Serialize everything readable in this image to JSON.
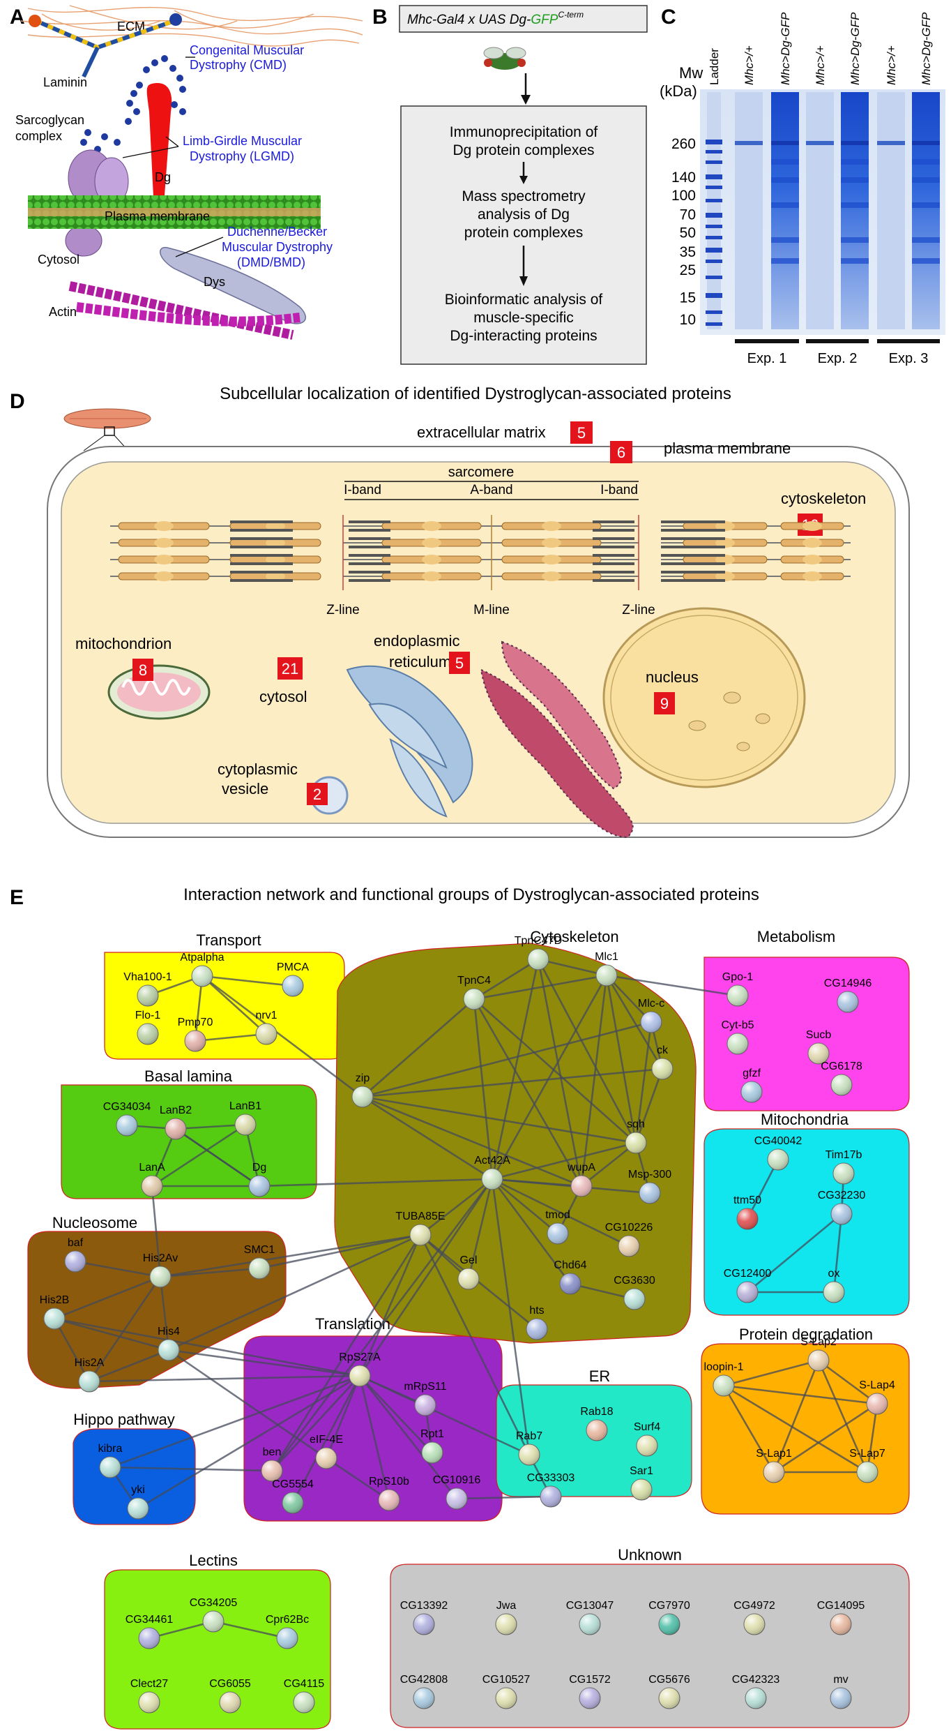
{
  "panel_letters": {
    "a": "A",
    "b": "B",
    "c": "C",
    "d": "D",
    "e": "E"
  },
  "panel_a": {
    "ecm": "ECM",
    "laminin": "Laminin",
    "sarcoglycan_1": "Sarcoglycan",
    "sarcoglycan_2": "complex",
    "dg": "Dg",
    "plasma_membrane": "Plasma membrane",
    "cytosol": "Cytosol",
    "dys": "Dys",
    "actin": "Actin",
    "cmd_1": "Congenital Muscular",
    "cmd_2": "Dystrophy (CMD)",
    "lgmd_1": "Limb-Girdle Muscular",
    "lgmd_2": "Dystrophy (LGMD)",
    "dmd_1": "Duchenne/Becker",
    "dmd_2": "Muscular Dystrophy",
    "dmd_3": "(DMD/BMD)",
    "disease_color": "#1a1adc"
  },
  "panel_b": {
    "cross_prefix": "Mhc-Gal4 x UAS Dg-",
    "cross_gfp": "GFP",
    "cross_sup": "C-term",
    "step1_1": "Immunoprecipitation of",
    "step1_2": "Dg protein complexes",
    "step2_1": "Mass spectrometry",
    "step2_2": "analysis of Dg",
    "step2_3": "protein complexes",
    "step3_1": "Bioinformatic analysis of",
    "step3_2": "muscle-specific",
    "step3_3": "Dg-interacting proteins",
    "gfp_color": "#1e9e1e"
  },
  "panel_c": {
    "mw_1": "Mw",
    "mw_2": "(kDa)",
    "lanes": [
      "Ladder",
      "Mhc>/+",
      "Mhc>Dg-GFP",
      "Mhc>/+",
      "Mhc>Dg-GFP",
      "Mhc>/+",
      "Mhc>Dg-GFP"
    ],
    "markers": [
      "260",
      "140",
      "100",
      "70",
      "50",
      "35",
      "25",
      "15",
      "10"
    ],
    "experiments": [
      "Exp. 1",
      "Exp. 2",
      "Exp. 3"
    ]
  },
  "panel_d": {
    "title": "Subcellular localization of identified Dystroglycan-associated proteins",
    "compartments": [
      {
        "id": "ecm",
        "label": "extracellular matrix",
        "count": "5"
      },
      {
        "id": "pm",
        "label": "plasma membrane",
        "count": "6"
      },
      {
        "id": "cytoskeleton",
        "label": "cytoskeleton",
        "count": "16"
      },
      {
        "id": "mito",
        "label": "mitochondrion",
        "count": "8"
      },
      {
        "id": "cytosol",
        "label": "cytosol",
        "count": "21"
      },
      {
        "id": "er",
        "label_1": "endoplasmic",
        "label_2": "reticulum",
        "count": "5"
      },
      {
        "id": "nucleus",
        "label": "nucleus",
        "count": "9"
      },
      {
        "id": "vesicle",
        "label_1": "cytoplasmic",
        "label_2": "vesicle",
        "count": "2"
      }
    ],
    "sarcomere": {
      "title": "sarcomere",
      "iband_l": "I-band",
      "aband": "A-band",
      "iband_r": "I-band",
      "zline_l": "Z-line",
      "mline": "M-line",
      "zline_r": "Z-line"
    },
    "badge_color": "#e3141c"
  },
  "panel_e": {
    "title": "Interaction network and functional groups of Dystroglycan-associated proteins",
    "groups": [
      {
        "name": "Transport",
        "color": "#ffff00"
      },
      {
        "name": "Basal lamina",
        "color": "#55cc11"
      },
      {
        "name": "Nucleosome",
        "color": "#8b5a0c"
      },
      {
        "name": "Hippo pathway",
        "color": "#0a5fe0"
      },
      {
        "name": "Translation",
        "color": "#9928c4"
      },
      {
        "name": "Cytoskeleton",
        "color": "#8f8a0a"
      },
      {
        "name": "ER",
        "color": "#22e8c8"
      },
      {
        "name": "Metabolism",
        "color": "#ff44ee"
      },
      {
        "name": "Mitochondria",
        "color": "#11e5ee"
      },
      {
        "name": "Protein degradation",
        "color": "#ffb000"
      },
      {
        "name": "Lectins",
        "color": "#88f011"
      },
      {
        "name": "Unknown",
        "color": "#c8c8c8"
      }
    ],
    "nodes": [
      {
        "id": "Vha100-1",
        "label": "Vha100-1",
        "color": "#b9cfa6"
      },
      {
        "id": "Atpalpha",
        "label": "Atpalpha",
        "color": "#c8e0c4"
      },
      {
        "id": "PMCA",
        "label": "PMCA",
        "color": "#a9cbe0"
      },
      {
        "id": "Flo-1",
        "label": "Flo-1",
        "color": "#b9cfa6"
      },
      {
        "id": "Pmp70",
        "label": "Pmp70",
        "color": "#e0b0a8"
      },
      {
        "id": "nrv1",
        "label": "nrv1",
        "color": "#d8d8a8"
      },
      {
        "id": "CG34034",
        "label": "CG34034",
        "color": "#a9cbe0"
      },
      {
        "id": "LanB2",
        "label": "LanB2",
        "color": "#e0b0a8"
      },
      {
        "id": "LanB1",
        "label": "LanB1",
        "color": "#d8d8a8"
      },
      {
        "id": "LanA",
        "label": "LanA",
        "color": "#e0c8a8"
      },
      {
        "id": "Dg",
        "label": "Dg",
        "color": "#a9c4e0"
      },
      {
        "id": "baf",
        "label": "baf",
        "color": "#b0b0e0"
      },
      {
        "id": "His2Av",
        "label": "His2Av",
        "color": "#c8e0c0"
      },
      {
        "id": "SMC1",
        "label": "SMC1",
        "color": "#c8e0c0"
      },
      {
        "id": "His2B",
        "label": "His2B",
        "color": "#b8e0d8"
      },
      {
        "id": "His4",
        "label": "His4",
        "color": "#b8e0d8"
      },
      {
        "id": "His2A",
        "label": "His2A",
        "color": "#b8e0d8"
      },
      {
        "id": "kibra",
        "label": "kibra",
        "color": "#b8e0d8"
      },
      {
        "id": "yki",
        "label": "yki",
        "color": "#b8e0d8"
      },
      {
        "id": "RpS27A",
        "label": "RpS27A",
        "color": "#e0e0b0"
      },
      {
        "id": "mRpS11",
        "label": "mRpS11",
        "color": "#c8b0e0"
      },
      {
        "id": "ben",
        "label": "ben",
        "color": "#e8c0b0"
      },
      {
        "id": "eIF-4E",
        "label": "eIF-4E",
        "color": "#e8d0b0"
      },
      {
        "id": "Rpt1",
        "label": "Rpt1",
        "color": "#b8e0b8"
      },
      {
        "id": "CG5554",
        "label": "CG5554",
        "color": "#80c8a0"
      },
      {
        "id": "RpS10b",
        "label": "RpS10b",
        "color": "#e8b8b8"
      },
      {
        "id": "CG10916",
        "label": "CG10916",
        "color": "#c8c0e8"
      },
      {
        "id": "TpnC47D",
        "label": "TpnC47D",
        "color": "#c8e0c0"
      },
      {
        "id": "TpnC4",
        "label": "TpnC4",
        "color": "#c8e0c0"
      },
      {
        "id": "Mlc1",
        "label": "Mlc1",
        "color": "#c8e0c0"
      },
      {
        "id": "Mlc-c",
        "label": "Mlc-c",
        "color": "#b0c0e8"
      },
      {
        "id": "ck",
        "label": "ck",
        "color": "#d8e0a8"
      },
      {
        "id": "zip",
        "label": "zip",
        "color": "#c8e0c0"
      },
      {
        "id": "sqh",
        "label": "sqh",
        "color": "#d8e0a8"
      },
      {
        "id": "Act42A",
        "label": "Act42A",
        "color": "#c8e0c0"
      },
      {
        "id": "wupA",
        "label": "wupA",
        "color": "#e8b8b8"
      },
      {
        "id": "Msp-300",
        "label": "Msp-300",
        "color": "#a9c4e0"
      },
      {
        "id": "TUBA85E",
        "label": "TUBA85E",
        "color": "#e0e0b0"
      },
      {
        "id": "tmod",
        "label": "tmod",
        "color": "#a9c4e0"
      },
      {
        "id": "CG10226",
        "label": "CG10226",
        "color": "#e8d0b0"
      },
      {
        "id": "Gel",
        "label": "Gel",
        "color": "#e0e0b0"
      },
      {
        "id": "Chd64",
        "label": "Chd64",
        "color": "#8890c8"
      },
      {
        "id": "CG3630",
        "label": "CG3630",
        "color": "#b8e0d8"
      },
      {
        "id": "hts",
        "label": "hts",
        "color": "#a9b8e0"
      },
      {
        "id": "Rab18",
        "label": "Rab18",
        "color": "#e8b8a0"
      },
      {
        "id": "Surf4",
        "label": "Surf4",
        "color": "#e0e0b0"
      },
      {
        "id": "Rab7",
        "label": "Rab7",
        "color": "#e0e0b0"
      },
      {
        "id": "Sar1",
        "label": "Sar1",
        "color": "#d8e0a8"
      },
      {
        "id": "CG33303",
        "label": "CG33303",
        "color": "#b0b0e0"
      },
      {
        "id": "Gpo-1",
        "label": "Gpo-1",
        "color": "#c8e0c0"
      },
      {
        "id": "CG14946",
        "label": "CG14946",
        "color": "#a9c4e0"
      },
      {
        "id": "Cyt-b5",
        "label": "Cyt-b5",
        "color": "#c8e0c0"
      },
      {
        "id": "Sucb",
        "label": "Sucb",
        "color": "#e0d8b0"
      },
      {
        "id": "gfzf",
        "label": "gfzf",
        "color": "#a9cbe0"
      },
      {
        "id": "CG6178",
        "label": "CG6178",
        "color": "#c8e0c0"
      },
      {
        "id": "CG40042",
        "label": "CG40042",
        "color": "#c8e0c0"
      },
      {
        "id": "Tim17b",
        "label": "Tim17b",
        "color": "#c8e0c0"
      },
      {
        "id": "ttm50",
        "label": "ttm50",
        "color": "#e05050"
      },
      {
        "id": "CG32230",
        "label": "CG32230",
        "color": "#a9c4e0"
      },
      {
        "id": "CG12400",
        "label": "CG12400",
        "color": "#b8b0d8"
      },
      {
        "id": "ox",
        "label": "ox",
        "color": "#c8e0c0"
      },
      {
        "id": "loopin-1",
        "label": "loopin-1",
        "color": "#c8e0c0"
      },
      {
        "id": "S-Lap2",
        "label": "S-Lap2",
        "color": "#e8d0b0"
      },
      {
        "id": "S-Lap4",
        "label": "S-Lap4",
        "color": "#e8b8b0"
      },
      {
        "id": "S-Lap1",
        "label": "S-Lap1",
        "color": "#e8d0b0"
      },
      {
        "id": "S-Lap7",
        "label": "S-Lap7",
        "color": "#c8e0c0"
      },
      {
        "id": "CG34461",
        "label": "CG34461",
        "color": "#b0b0e0"
      },
      {
        "id": "CG34205",
        "label": "CG34205",
        "color": "#c8e0c0"
      },
      {
        "id": "Cpr62Bc",
        "label": "Cpr62Bc",
        "color": "#a9cbe0"
      },
      {
        "id": "Clect27",
        "label": "Clect27",
        "color": "#e0e0b0"
      },
      {
        "id": "CG6055",
        "label": "CG6055",
        "color": "#e0d8b0"
      },
      {
        "id": "CG4115",
        "label": "CG4115",
        "color": "#c8e0c0"
      },
      {
        "id": "CG13392",
        "label": "CG13392",
        "color": "#b0b0e0"
      },
      {
        "id": "Jwa",
        "label": "Jwa",
        "color": "#e0e0b0"
      },
      {
        "id": "CG13047",
        "label": "CG13047",
        "color": "#b8e0d8"
      },
      {
        "id": "CG7970",
        "label": "CG7970",
        "color": "#50c0a8"
      },
      {
        "id": "CG4972",
        "label": "CG4972",
        "color": "#e0e0b0"
      },
      {
        "id": "CG14095",
        "label": "CG14095",
        "color": "#e8b8a0"
      },
      {
        "id": "CG42808",
        "label": "CG42808",
        "color": "#a9cbe0"
      },
      {
        "id": "CG10527",
        "label": "CG10527",
        "color": "#e0e0b0"
      },
      {
        "id": "CG1572",
        "label": "CG1572",
        "color": "#b8b0e0"
      },
      {
        "id": "CG5676",
        "label": "CG5676",
        "color": "#e0e0b0"
      },
      {
        "id": "CG42323",
        "label": "CG42323",
        "color": "#b8e0d8"
      },
      {
        "id": "mv",
        "label": "mv",
        "color": "#a9c4e0"
      }
    ],
    "edges": [
      [
        "Atpalpha",
        "PMCA"
      ],
      [
        "Atpalpha",
        "Vha100-1"
      ],
      [
        "Atpalpha",
        "Pmp70"
      ],
      [
        "Atpalpha",
        "nrv1"
      ],
      [
        "Pmp70",
        "nrv1"
      ],
      [
        "LanB2",
        "LanB1"
      ],
      [
        "LanB2",
        "LanA"
      ],
      [
        "LanB2",
        "Dg"
      ],
      [
        "LanB1",
        "LanA"
      ],
      [
        "LanB1",
        "Dg"
      ],
      [
        "LanA",
        "Dg"
      ],
      [
        "CG34034",
        "LanB2"
      ],
      [
        "His2Av",
        "His2B"
      ],
      [
        "His2Av",
        "His4"
      ],
      [
        "His2Av",
        "His2A"
      ],
      [
        "His2Av",
        "baf"
      ],
      [
        "His2Av",
        "SMC1"
      ],
      [
        "His2B",
        "His4"
      ],
      [
        "His2B",
        "His2A"
      ],
      [
        "His4",
        "His2A"
      ],
      [
        "kibra",
        "yki"
      ],
      [
        "RpS27A",
        "mRpS11"
      ],
      [
        "RpS27A",
        "Rpt1"
      ],
      [
        "RpS27A",
        "RpS10b"
      ],
      [
        "RpS27A",
        "eIF-4E"
      ],
      [
        "RpS27A",
        "ben"
      ],
      [
        "RpS27A",
        "CG5554"
      ],
      [
        "RpS27A",
        "CG10916"
      ],
      [
        "eIF-4E",
        "RpS10b"
      ],
      [
        "mRpS11",
        "Rpt1"
      ],
      [
        "TpnC47D",
        "TpnC4"
      ],
      [
        "TpnC47D",
        "Mlc1"
      ],
      [
        "TpnC47D",
        "Act42A"
      ],
      [
        "TpnC47D",
        "wupA"
      ],
      [
        "TpnC47D",
        "sqh"
      ],
      [
        "Mlc1",
        "TpnC4"
      ],
      [
        "Mlc1",
        "Mlc-c"
      ],
      [
        "Mlc1",
        "sqh"
      ],
      [
        "Mlc1",
        "Act42A"
      ],
      [
        "Mlc1",
        "wupA"
      ],
      [
        "Mlc1",
        "ck"
      ],
      [
        "TpnC4",
        "Act42A"
      ],
      [
        "TpnC4",
        "sqh"
      ],
      [
        "TpnC4",
        "zip"
      ],
      [
        "TpnC4",
        "wupA"
      ],
      [
        "zip",
        "sqh"
      ],
      [
        "zip",
        "Act42A"
      ],
      [
        "zip",
        "ck"
      ],
      [
        "zip",
        "Mlc-c"
      ],
      [
        "zip",
        "wupA"
      ],
      [
        "Mlc-c",
        "sqh"
      ],
      [
        "Mlc-c",
        "ck"
      ],
      [
        "ck",
        "sqh"
      ],
      [
        "Act42A",
        "sqh"
      ],
      [
        "Act42A",
        "wupA"
      ],
      [
        "Act42A",
        "tmod"
      ],
      [
        "Act42A",
        "TUBA85E"
      ],
      [
        "Act42A",
        "Gel"
      ],
      [
        "Act42A",
        "Msp-300"
      ],
      [
        "Act42A",
        "CG10226"
      ],
      [
        "sqh",
        "wupA"
      ],
      [
        "sqh",
        "Msp-300"
      ],
      [
        "wupA",
        "tmod"
      ],
      [
        "TUBA85E",
        "hts"
      ],
      [
        "TUBA85E",
        "Gel"
      ],
      [
        "Act42A",
        "Chd64"
      ],
      [
        "Chd64",
        "CG3630"
      ],
      [
        "Rab7",
        "CG33303"
      ],
      [
        "CG40042",
        "ttm50"
      ],
      [
        "Tim17b",
        "CG32230"
      ],
      [
        "CG32230",
        "CG12400"
      ],
      [
        "CG32230",
        "ox"
      ],
      [
        "CG12400",
        "ox"
      ],
      [
        "loopin-1",
        "S-Lap2"
      ],
      [
        "loopin-1",
        "S-Lap4"
      ],
      [
        "loopin-1",
        "S-Lap1"
      ],
      [
        "loopin-1",
        "S-Lap7"
      ],
      [
        "S-Lap2",
        "S-Lap4"
      ],
      [
        "S-Lap2",
        "S-Lap1"
      ],
      [
        "S-Lap2",
        "S-Lap7"
      ],
      [
        "S-Lap4",
        "S-Lap1"
      ],
      [
        "S-Lap4",
        "S-Lap7"
      ],
      [
        "S-Lap1",
        "S-Lap7"
      ],
      [
        "CG34461",
        "CG34205"
      ],
      [
        "CG34205",
        "Cpr62Bc"
      ],
      [
        "Mlc1",
        "Gpo-1"
      ],
      [
        "Dg",
        "Act42A"
      ],
      [
        "Dg",
        "LanB2"
      ],
      [
        "LanA",
        "His2Av"
      ],
      [
        "His2Av",
        "TUBA85E"
      ],
      [
        "His4",
        "RpS27A"
      ],
      [
        "His4",
        "TUBA85E"
      ],
      [
        "SMC1",
        "TUBA85E"
      ],
      [
        "RpS27A",
        "Act42A"
      ],
      [
        "RpS27A",
        "TUBA85E"
      ],
      [
        "RpS27A",
        "His2B"
      ],
      [
        "RpS27A",
        "yki"
      ],
      [
        "RpS27A",
        "kibra"
      ],
      [
        "Act42A",
        "Rab7"
      ],
      [
        "Act42A",
        "ben"
      ],
      [
        "RpS27A",
        "Rab7"
      ],
      [
        "TUBA85E",
        "ben"
      ],
      [
        "His2A",
        "RpS27A"
      ],
      [
        "CG10916",
        "CG33303"
      ],
      [
        "ben",
        "kibra"
      ],
      [
        "eIF-4E",
        "His4"
      ],
      [
        "TUBA85E",
        "Rab7"
      ],
      [
        "zip",
        "Atpalpha"
      ]
    ]
  }
}
